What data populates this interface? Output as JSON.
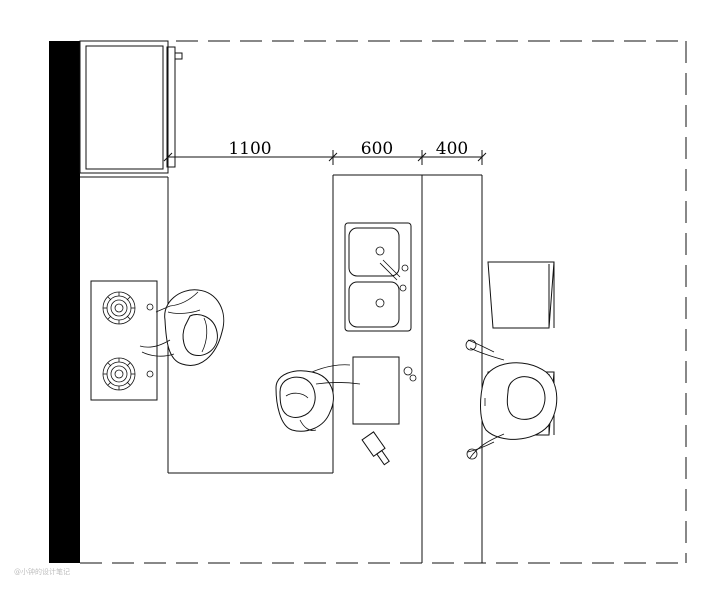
{
  "dimensions": {
    "aisle_width": "1100",
    "counter_depth": "600",
    "bar_depth": "400"
  },
  "watermark": "@小钟的设计笔记",
  "colors": {
    "line": "#111111",
    "wall": "#000000",
    "background": "#ffffff",
    "watermark": "#bdbdbd"
  }
}
